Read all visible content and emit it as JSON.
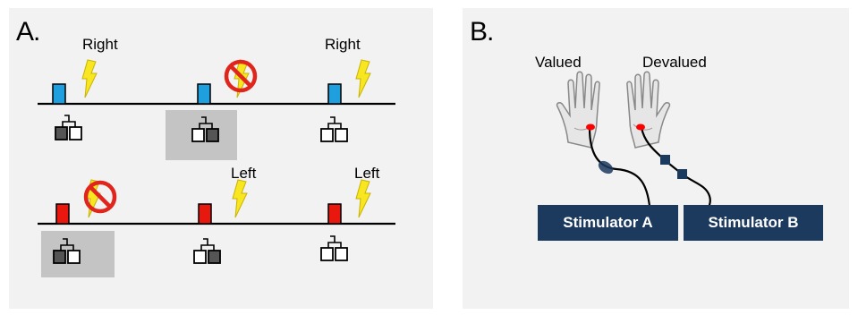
{
  "panel_a": {
    "letter": "A.",
    "labels": {
      "top_left": "Right",
      "top_right": "Right",
      "bottom_middle": "Left",
      "bottom_right": "Left"
    }
  },
  "panel_b": {
    "letter": "B.",
    "hand_labels": {
      "valued": "Valued",
      "devalued": "Devalued"
    },
    "stimulators": {
      "a": "Stimulator A",
      "b": "Stimulator B"
    }
  },
  "colors": {
    "cue_blue": "#1f9fdd",
    "cue_red": "#e8180f",
    "shock_yellow": "#f7e620",
    "prohibit_red": "#e0261c",
    "highlight_gray": "#c4c4c4",
    "stimulator_navy": "#1c3a5e"
  },
  "icons": [
    "lightning-icon",
    "no-symbol-icon",
    "button-box-icon",
    "hand-icon",
    "electrode-icon"
  ]
}
